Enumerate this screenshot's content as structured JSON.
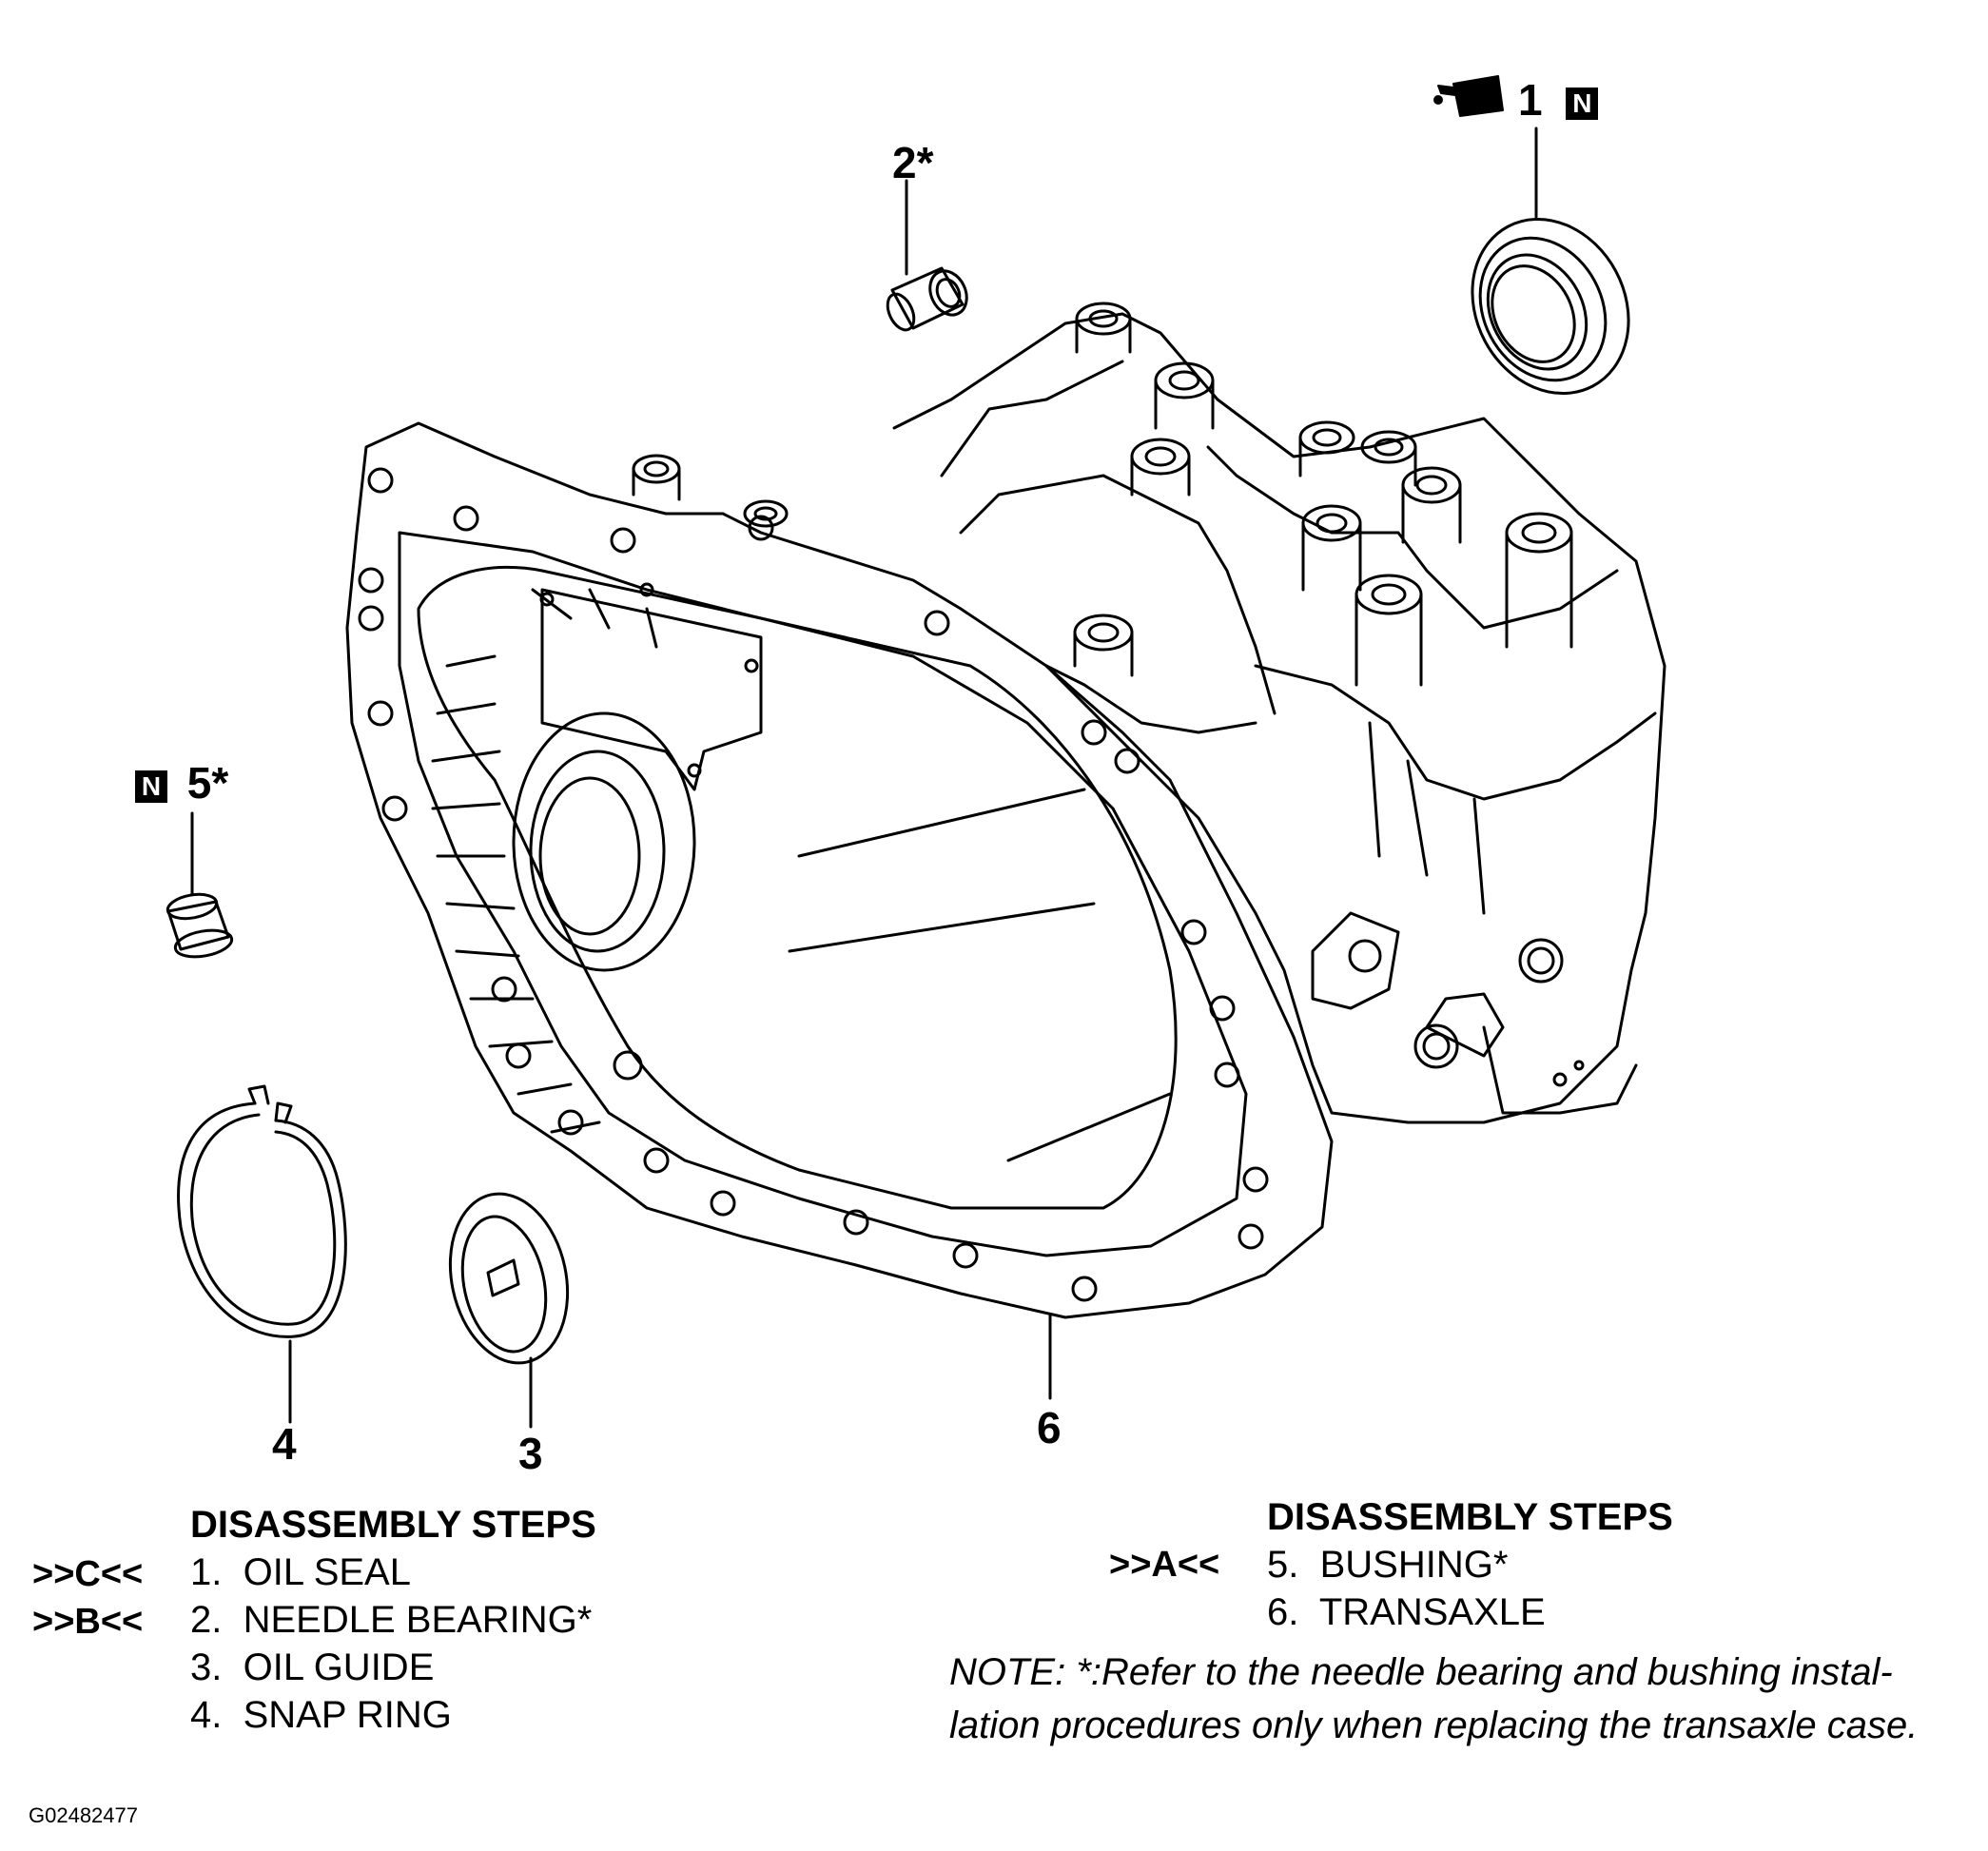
{
  "callouts": {
    "c1": "1",
    "c2": "2*",
    "c3": "3",
    "c4": "4",
    "c5": "5*",
    "c6": "6",
    "n_badge": "N"
  },
  "steps_left": {
    "heading": "DISASSEMBLY STEPS",
    "marks": [
      ">>C<<",
      ">>B<<"
    ],
    "items": [
      "1.  OIL SEAL",
      "2.  NEEDLE BEARING*",
      "3.  OIL GUIDE",
      "4.  SNAP RING"
    ]
  },
  "steps_right": {
    "heading": "DISASSEMBLY STEPS",
    "marks": [
      ">>A<<"
    ],
    "items": [
      "5.  BUSHING*",
      "6.  TRANSAXLE"
    ]
  },
  "note": {
    "line1": "NOTE: *:Refer to the needle bearing and bushing instal-",
    "line2": "lation procedures only when replacing the transaxle case."
  },
  "figure_id": "G02482477",
  "icons": {
    "part1": "oil-can-icon"
  }
}
